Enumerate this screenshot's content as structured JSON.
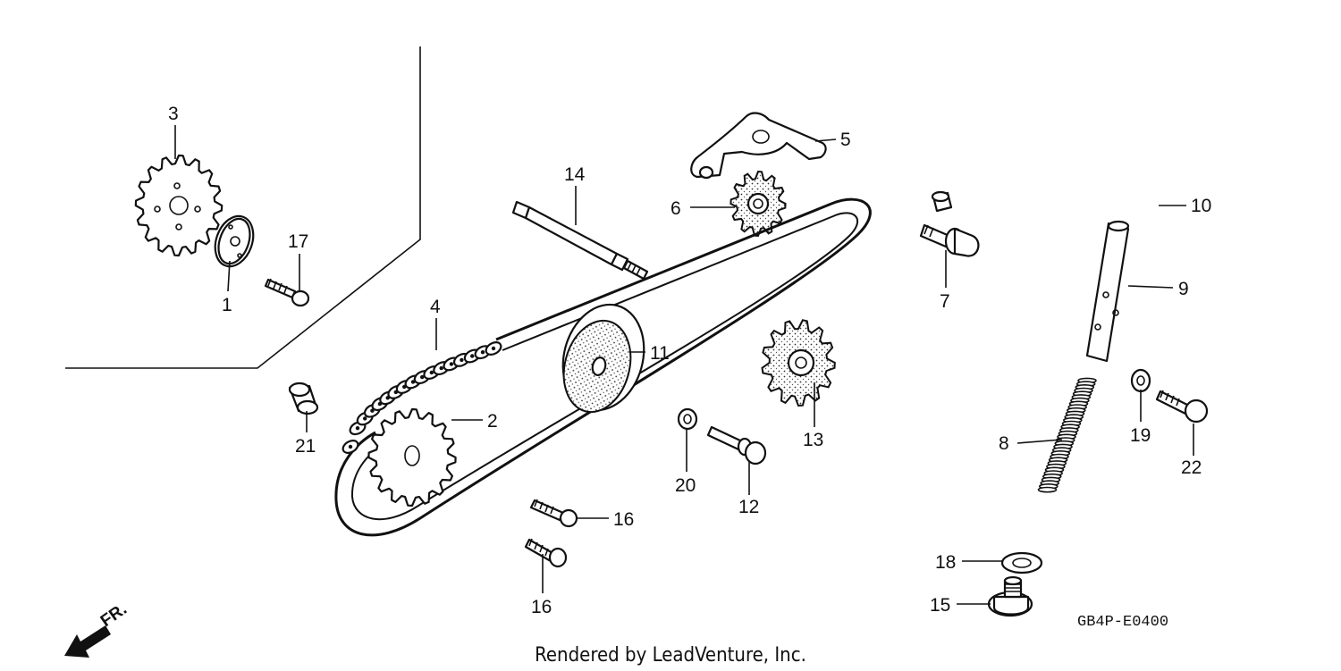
{
  "diagram": {
    "code": "GB4P-E0400",
    "credit": "Rendered by LeadVenture, Inc.",
    "direction_label": "FR.",
    "callouts": [
      {
        "id": "1",
        "text": "1"
      },
      {
        "id": "2",
        "text": "2"
      },
      {
        "id": "3",
        "text": "3"
      },
      {
        "id": "4",
        "text": "4"
      },
      {
        "id": "5",
        "text": "5"
      },
      {
        "id": "6",
        "text": "6"
      },
      {
        "id": "7",
        "text": "7"
      },
      {
        "id": "8",
        "text": "8"
      },
      {
        "id": "9",
        "text": "9"
      },
      {
        "id": "10",
        "text": "10"
      },
      {
        "id": "11",
        "text": "11"
      },
      {
        "id": "12",
        "text": "12"
      },
      {
        "id": "13",
        "text": "13"
      },
      {
        "id": "14",
        "text": "14"
      },
      {
        "id": "15",
        "text": "15"
      },
      {
        "id": "16a",
        "text": "16"
      },
      {
        "id": "16b",
        "text": "16"
      },
      {
        "id": "17",
        "text": "17"
      },
      {
        "id": "18",
        "text": "18"
      },
      {
        "id": "19",
        "text": "19"
      },
      {
        "id": "20",
        "text": "20"
      },
      {
        "id": "21",
        "text": "21"
      },
      {
        "id": "22",
        "text": "22"
      }
    ]
  }
}
